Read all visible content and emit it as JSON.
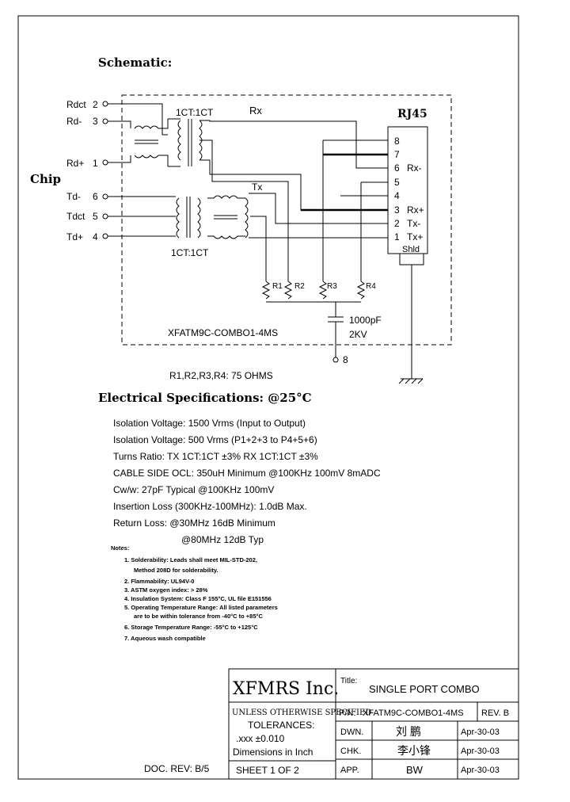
{
  "schematic": {
    "heading": "Schematic:",
    "chip_label": "Chip",
    "connector_label": "RJ45",
    "transformer_ratio_top": "1CT:1CT",
    "transformer_ratio_bottom": "1CT:1CT",
    "rx_label": "Rx",
    "tx_label": "Tx",
    "part_box_label": "XFATM9C-COMBO1-4MS",
    "chip_pins": [
      {
        "name": "Rdct",
        "num": "2"
      },
      {
        "name": "Rd-",
        "num": "3"
      },
      {
        "name": "Rd+",
        "num": "1"
      },
      {
        "name": "Td-",
        "num": "6"
      },
      {
        "name": "Tdct",
        "num": "5"
      },
      {
        "name": "Td+",
        "num": "4"
      }
    ],
    "rj45_pins": [
      {
        "num": "8",
        "label": ""
      },
      {
        "num": "7",
        "label": ""
      },
      {
        "num": "6",
        "label": "Rx-"
      },
      {
        "num": "5",
        "label": ""
      },
      {
        "num": "4",
        "label": ""
      },
      {
        "num": "3",
        "label": "Rx+"
      },
      {
        "num": "2",
        "label": "Tx-"
      },
      {
        "num": "1",
        "label": "Tx+"
      }
    ],
    "shield_label": "Shld",
    "resistors": [
      "R1",
      "R2",
      "R3",
      "R4"
    ],
    "cap_value": "1000pF",
    "cap_voltage": "2KV",
    "ground_pin": "8",
    "resistor_note": "R1,R2,R3,R4: 75 OHMS"
  },
  "electrical": {
    "heading": "Electrical   Specifications: @25°C",
    "specs": [
      "Isolation Voltage:  1500 Vrms (Input to Output)",
      "Isolation Voltage:  500 Vrms (P1+2+3 to P4+5+6)",
      "Turns Ratio: TX 1CT:1CT ±3% RX 1CT:1CT ±3%",
      "CABLE SIDE OCL: 350uH Minimum @100KHz 100mV 8mADC",
      "Cw/w: 27pF Typical @100KHz 100mV",
      "Insertion Loss (300KHz-100MHz): 1.0dB Max.",
      "Return Loss: @30MHz   16dB Minimum",
      "@80MHz   12dB Typ"
    ]
  },
  "notes": {
    "heading": "Notes:",
    "items": [
      "1. Solderability: Leads shall meet MIL-STD-202,",
      "Method 208D for solderability.",
      "2. Flammability: UL94V-0",
      "3. ASTM oxygen index: > 28%",
      "4. Insulation System: Class F 155°C, UL file E151556",
      "5. Operating Temperature Range: All listed parameters",
      "are to be within tolerance from -40°C to +85°C",
      "6. Storage Temperature Range: -55°C to +125°C",
      "7. Aqueous wash compatible"
    ]
  },
  "title_block": {
    "company": "XFMRS Inc.",
    "title_label": "Title:",
    "title": "SINGLE PORT COMBO",
    "unless": "UNLESS OTHERWISE SPECIFIED",
    "tolerances": "TOLERANCES:",
    "tolerance_value": ".xxx ±0.010",
    "dimensions": "Dimensions in Inch",
    "sheet": "SHEET  1  OF  2",
    "pn_label": "P/N:",
    "pn": "XFATM9C-COMBO1-4MS",
    "rev": "REV. B",
    "dwn_label": "DWN.",
    "dwn_name": "刘  鹏",
    "dwn_date": "Apr-30-03",
    "chk_label": "CHK.",
    "chk_name": "李小锋",
    "chk_date": "Apr-30-03",
    "app_label": "APP.",
    "app_name": "BW",
    "app_date": "Apr-30-03"
  },
  "doc_rev": "DOC. REV: B/5"
}
